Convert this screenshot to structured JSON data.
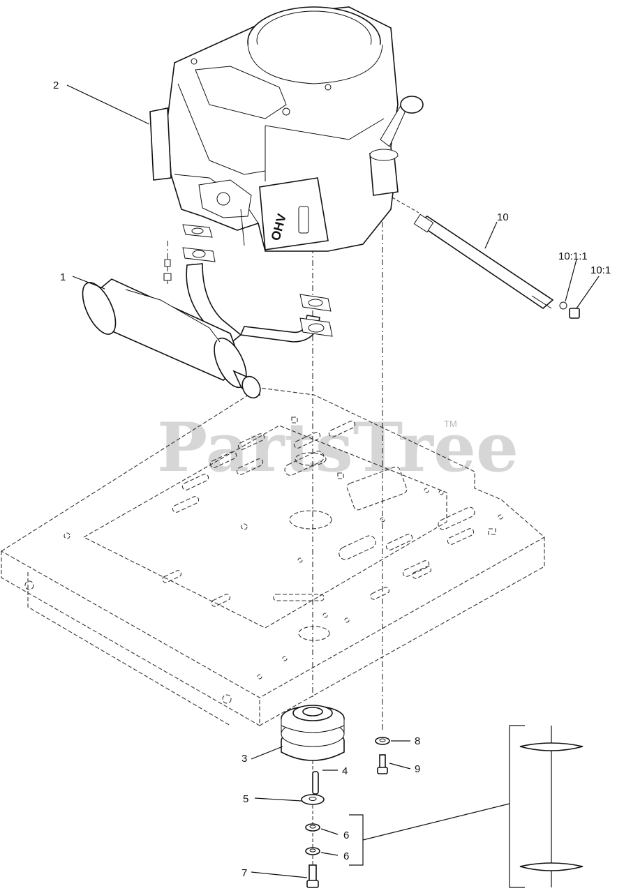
{
  "watermark": {
    "text": "PartsTree",
    "tm": "TM"
  },
  "engine_label": "OHV",
  "callouts": [
    {
      "id": "1",
      "label": "1"
    },
    {
      "id": "2",
      "label": "2"
    },
    {
      "id": "3",
      "label": "3"
    },
    {
      "id": "4",
      "label": "4"
    },
    {
      "id": "5",
      "label": "5"
    },
    {
      "id": "6a",
      "label": "6"
    },
    {
      "id": "6b",
      "label": "6"
    },
    {
      "id": "7",
      "label": "7"
    },
    {
      "id": "8",
      "label": "8"
    },
    {
      "id": "9",
      "label": "9"
    },
    {
      "id": "10",
      "label": "10"
    },
    {
      "id": "10-1-1",
      "label": "10:1:1"
    },
    {
      "id": "10-1",
      "label": "10:1"
    }
  ]
}
